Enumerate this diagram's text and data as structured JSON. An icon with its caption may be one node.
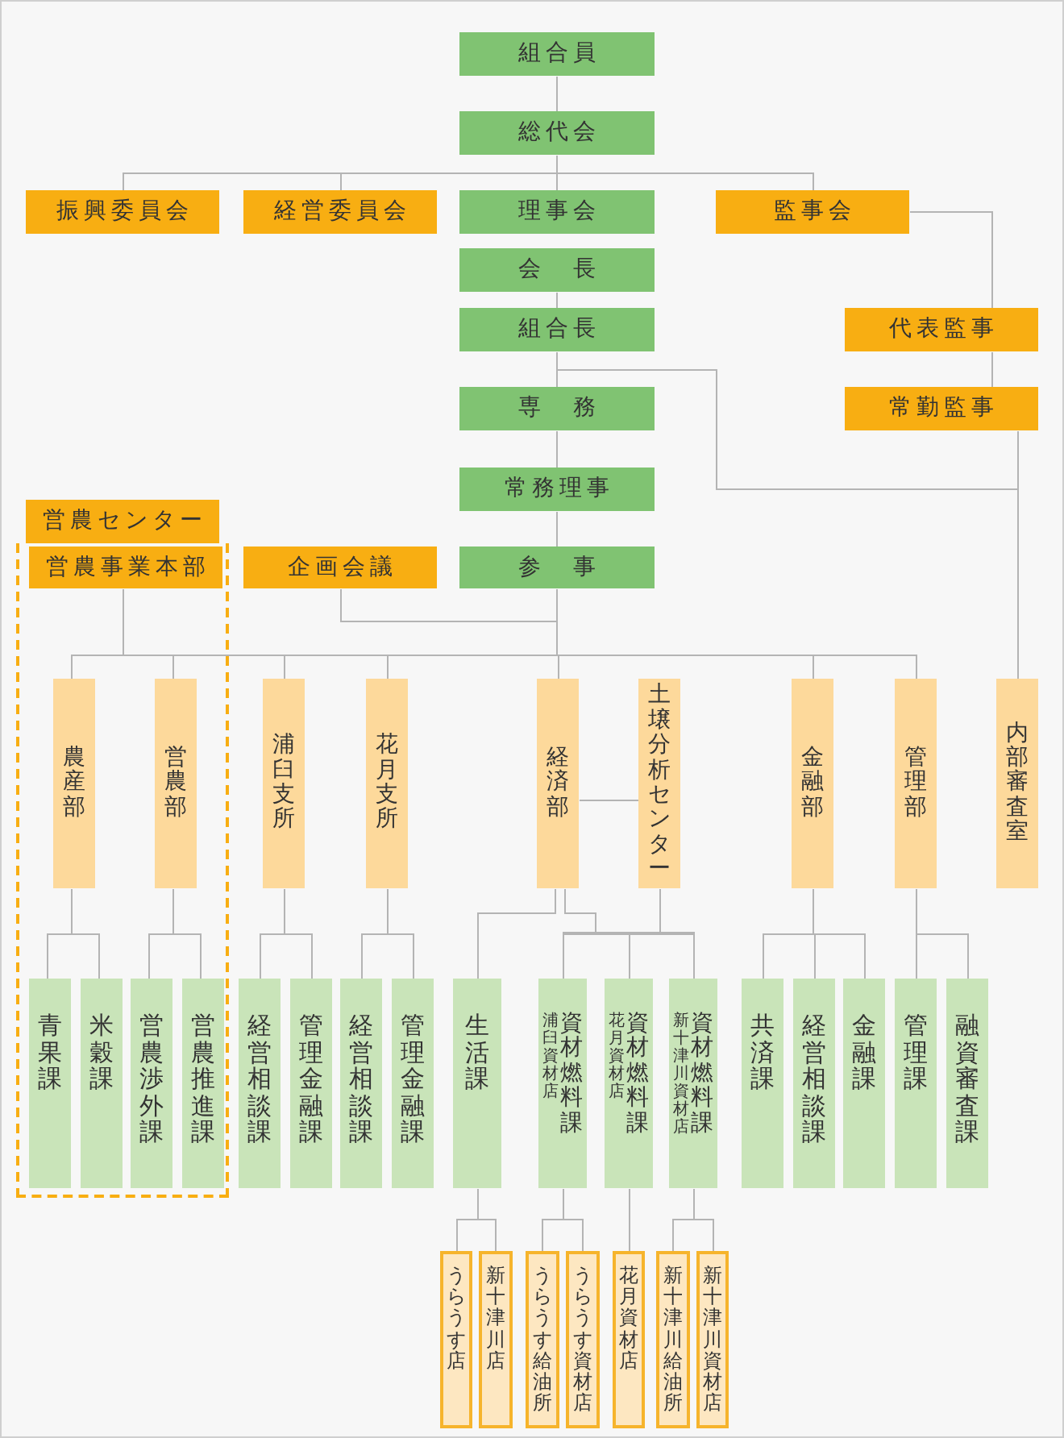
{
  "diagram": {
    "nodes": [
      {
        "text": [
          "組合員"
        ]
      },
      {
        "text": [
          "総代会"
        ]
      },
      {
        "text": [
          "振興委員会"
        ]
      },
      {
        "text": [
          "経営委員会"
        ]
      },
      {
        "text": [
          "理事会"
        ]
      },
      {
        "text": [
          "監事会"
        ]
      },
      {
        "text": [
          "会　長"
        ]
      },
      {
        "text": [
          "組合長"
        ]
      },
      {
        "text": [
          "代表監事"
        ]
      },
      {
        "text": [
          "専　務"
        ]
      },
      {
        "text": [
          "常勤監事"
        ]
      },
      {
        "text": [
          "常務理事"
        ]
      },
      {
        "text": [
          "営農センター"
        ]
      },
      {
        "text": [],
        "shape": "box"
      },
      {
        "text": [
          "営農事業本部"
        ],
        "in": 13
      },
      {
        "text": [
          "企画会議"
        ]
      },
      {
        "text": [
          "参　事"
        ]
      },
      {
        "text": [
          "農産部"
        ],
        "in": 13
      },
      {
        "text": [
          "営農部"
        ],
        "in": 13
      },
      {
        "text": [
          "浦臼支所"
        ]
      },
      {
        "text": [
          "花月支所"
        ]
      },
      {
        "text": [
          "経済部"
        ]
      },
      {
        "text": [
          "土壌分析センター"
        ]
      },
      {
        "text": [
          "金融部"
        ]
      },
      {
        "text": [
          "管理部"
        ]
      },
      {
        "text": [
          "内部審査室"
        ]
      },
      {
        "text": [
          "青果課"
        ],
        "in": 13
      },
      {
        "text": [
          "米穀課"
        ],
        "in": 13
      },
      {
        "text": [
          "営農渉外課"
        ],
        "in": 13
      },
      {
        "text": [
          "営農推進課"
        ],
        "in": 13
      },
      {
        "text": [
          "経営相談課"
        ]
      },
      {
        "text": [
          "管理金融課"
        ]
      },
      {
        "text": [
          "経営相談課"
        ]
      },
      {
        "text": [
          "管理金融課"
        ]
      },
      {
        "text": [
          "生活課"
        ]
      },
      {
        "text": [
          "浦臼資材店",
          "資材燃料課"
        ]
      },
      {
        "text": [
          "花月資材店",
          "資材燃料課"
        ]
      },
      {
        "text": [
          "新十津川資材店",
          "資材燃料課"
        ]
      },
      {
        "text": [
          "共済課"
        ]
      },
      {
        "text": [
          "経営相談課"
        ]
      },
      {
        "text": [
          "金融課"
        ]
      },
      {
        "text": [
          "管理課"
        ]
      },
      {
        "text": [
          "融資審査課"
        ]
      },
      {
        "text": [
          "うらうす店"
        ]
      },
      {
        "text": [
          "新十津川店"
        ]
      },
      {
        "text": [
          "うらうす給油所"
        ]
      },
      {
        "text": [
          "うらうす資材店"
        ]
      },
      {
        "text": [
          "花月資材店"
        ]
      },
      {
        "text": [
          "新十津川給油所"
        ]
      },
      {
        "text": [
          "新十津川資材店"
        ]
      }
    ],
    "edges": [
      {
        "from": 0,
        "to": 1,
        "arrow": "none"
      },
      {
        "from": 1,
        "to": 2,
        "arrow": "none"
      },
      {
        "from": 1,
        "to": 3,
        "arrow": "none"
      },
      {
        "from": 1,
        "to": 4,
        "arrow": "none"
      },
      {
        "from": 1,
        "to": 5,
        "arrow": "none"
      },
      {
        "from": 6,
        "to": 7,
        "arrow": "none"
      },
      {
        "from": 7,
        "to": 9,
        "arrow": "none"
      },
      {
        "from": 9,
        "to": 11,
        "arrow": "none"
      },
      {
        "from": 11,
        "to": 16,
        "arrow": "none"
      },
      {
        "from": 7,
        "to": 25,
        "arrow": "none"
      },
      {
        "from": 5,
        "to": 8,
        "arrow": "none"
      },
      {
        "from": 8,
        "to": 10,
        "arrow": "none"
      },
      {
        "from": 10,
        "to": 25,
        "arrow": "none"
      },
      {
        "from": 15,
        "to": 16,
        "arrow": "none"
      },
      {
        "from": 16,
        "to": 17,
        "arrow": "none"
      },
      {
        "from": 16,
        "to": 18,
        "arrow": "none"
      },
      {
        "from": 16,
        "to": 19,
        "arrow": "none"
      },
      {
        "from": 16,
        "to": 20,
        "arrow": "none"
      },
      {
        "from": 16,
        "to": 21,
        "arrow": "none"
      },
      {
        "from": 16,
        "to": 23,
        "arrow": "none"
      },
      {
        "from": 16,
        "to": 24,
        "arrow": "none"
      },
      {
        "from": 14,
        "to": 17,
        "arrow": "none"
      },
      {
        "from": 14,
        "to": 18,
        "arrow": "none"
      },
      {
        "from": 21,
        "to": 22,
        "arrow": "none"
      },
      {
        "from": 17,
        "to": 26,
        "arrow": "none"
      },
      {
        "from": 17,
        "to": 27,
        "arrow": "none"
      },
      {
        "from": 18,
        "to": 28,
        "arrow": "none"
      },
      {
        "from": 18,
        "to": 29,
        "arrow": "none"
      },
      {
        "from": 19,
        "to": 30,
        "arrow": "none"
      },
      {
        "from": 19,
        "to": 31,
        "arrow": "none"
      },
      {
        "from": 20,
        "to": 32,
        "arrow": "none"
      },
      {
        "from": 20,
        "to": 33,
        "arrow": "none"
      },
      {
        "from": 21,
        "to": 34,
        "arrow": "none"
      },
      {
        "from": 21,
        "to": 35,
        "arrow": "none"
      },
      {
        "from": 21,
        "to": 36,
        "arrow": "none"
      },
      {
        "from": 21,
        "to": 37,
        "arrow": "none"
      },
      {
        "from": 22,
        "to": 35,
        "arrow": "none"
      },
      {
        "from": 22,
        "to": 36,
        "arrow": "none"
      },
      {
        "from": 22,
        "to": 37,
        "arrow": "none"
      },
      {
        "from": 23,
        "to": 38,
        "arrow": "none"
      },
      {
        "from": 23,
        "to": 39,
        "arrow": "none"
      },
      {
        "from": 23,
        "to": 40,
        "arrow": "none"
      },
      {
        "from": 24,
        "to": 41,
        "arrow": "none"
      },
      {
        "from": 24,
        "to": 42,
        "arrow": "none"
      },
      {
        "from": 34,
        "to": 43,
        "arrow": "none"
      },
      {
        "from": 34,
        "to": 44,
        "arrow": "none"
      },
      {
        "from": 35,
        "to": 45,
        "arrow": "none"
      },
      {
        "from": 35,
        "to": 46,
        "arrow": "none"
      },
      {
        "from": 36,
        "to": 47,
        "arrow": "none"
      },
      {
        "from": 37,
        "to": 48,
        "arrow": "none"
      },
      {
        "from": 37,
        "to": 49,
        "arrow": "none"
      }
    ]
  }
}
